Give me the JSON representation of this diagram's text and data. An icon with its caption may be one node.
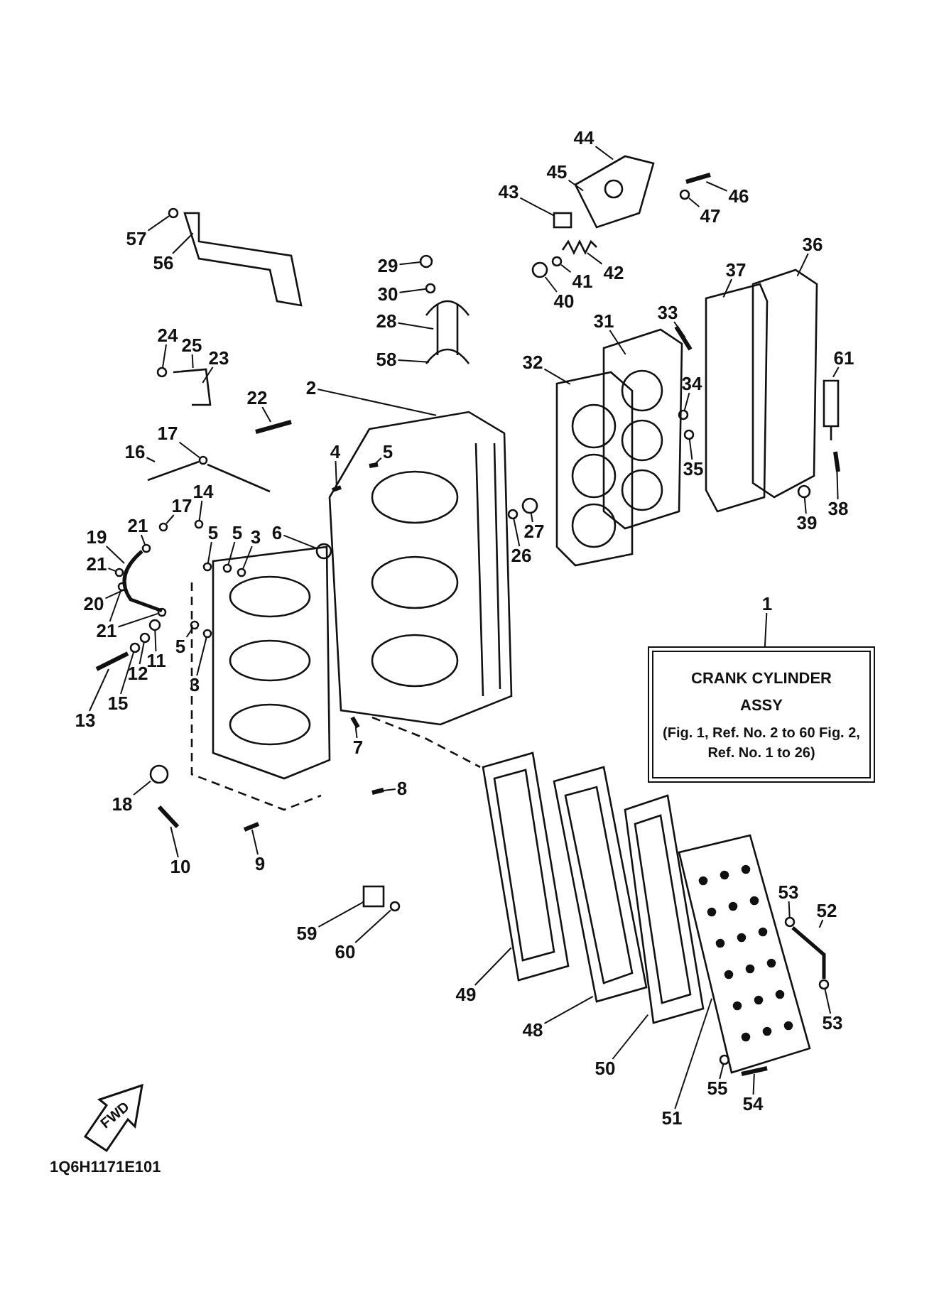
{
  "diagram": {
    "nodes": [
      {
        "text": [
          "57"
        ]
      },
      {
        "text": [
          "56"
        ]
      },
      {
        "text": [
          "44"
        ]
      },
      {
        "text": [
          "45"
        ]
      },
      {
        "text": [
          "46"
        ]
      },
      {
        "text": [
          "47"
        ]
      },
      {
        "text": [
          "43"
        ]
      },
      {
        "text": [
          "42"
        ]
      },
      {
        "text": [
          "41"
        ]
      },
      {
        "text": [
          "40"
        ]
      },
      {
        "text": [
          "29"
        ]
      },
      {
        "text": [
          "30"
        ]
      },
      {
        "text": [
          "28"
        ]
      },
      {
        "text": [
          "58"
        ]
      },
      {
        "text": [
          "36"
        ]
      },
      {
        "text": [
          "37"
        ]
      },
      {
        "text": [
          "33"
        ]
      },
      {
        "text": [
          "31"
        ]
      },
      {
        "text": [
          "32"
        ]
      },
      {
        "text": [
          "34"
        ]
      },
      {
        "text": [
          "35"
        ]
      },
      {
        "text": [
          "61"
        ]
      },
      {
        "text": [
          "38"
        ]
      },
      {
        "text": [
          "39"
        ]
      },
      {
        "text": [
          "24"
        ]
      },
      {
        "text": [
          "25"
        ]
      },
      {
        "text": [
          "23"
        ]
      },
      {
        "text": [
          "22"
        ]
      },
      {
        "text": [
          "2"
        ]
      },
      {
        "text": [
          "4"
        ]
      },
      {
        "text": [
          "5"
        ]
      },
      {
        "text": [
          "17"
        ]
      },
      {
        "text": [
          "16"
        ]
      },
      {
        "text": [
          "17"
        ]
      },
      {
        "text": [
          "14"
        ]
      },
      {
        "text": [
          "5"
        ]
      },
      {
        "text": [
          "5"
        ]
      },
      {
        "text": [
          "3"
        ]
      },
      {
        "text": [
          "6"
        ]
      },
      {
        "text": [
          "19"
        ]
      },
      {
        "text": [
          "21"
        ]
      },
      {
        "text": [
          "21"
        ]
      },
      {
        "text": [
          "20"
        ]
      },
      {
        "text": [
          "21"
        ]
      },
      {
        "text": [
          "11"
        ]
      },
      {
        "text": [
          "12"
        ]
      },
      {
        "text": [
          "15"
        ]
      },
      {
        "text": [
          "13"
        ]
      },
      {
        "text": [
          "5"
        ]
      },
      {
        "text": [
          "3"
        ]
      },
      {
        "text": [
          "7"
        ]
      },
      {
        "text": [
          "27"
        ]
      },
      {
        "text": [
          "26"
        ]
      },
      {
        "text": [
          "1"
        ]
      },
      {
        "text": [
          "CRANK CYLINDER ASSY",
          "(Fig. 1, Ref. No. 2 to 60 Fig. 2, Ref. No. 1 to 26)"
        ]
      },
      {
        "text": [
          "18"
        ]
      },
      {
        "text": [
          "10"
        ]
      },
      {
        "text": [
          "9"
        ]
      },
      {
        "text": [
          "8"
        ]
      },
      {
        "text": [
          "59"
        ]
      },
      {
        "text": [
          "60"
        ]
      },
      {
        "text": [
          "49"
        ]
      },
      {
        "text": [
          "48"
        ]
      },
      {
        "text": [
          "50"
        ]
      },
      {
        "text": [
          "51"
        ]
      },
      {
        "text": [
          "53"
        ]
      },
      {
        "text": [
          "52"
        ]
      },
      {
        "text": [
          "53"
        ]
      },
      {
        "text": [
          "55"
        ]
      },
      {
        "text": [
          "54"
        ]
      },
      {
        "text": [],
        "shape": "circle"
      },
      {
        "text": [],
        "shape": "bar"
      },
      {
        "text": [],
        "shape": "circle"
      },
      {
        "text": [],
        "shape": "box"
      },
      {
        "text": [],
        "shape": "picture"
      },
      {
        "text": [],
        "shape": "circle"
      },
      {
        "text": [],
        "shape": "circle"
      },
      {
        "text": [],
        "shape": "circle"
      },
      {
        "text": [],
        "shape": "circle"
      },
      {
        "text": [],
        "shape": "circle"
      },
      {
        "text": [],
        "shape": "circle"
      },
      {
        "text": [],
        "shape": "bar"
      },
      {
        "text": [],
        "shape": "circle"
      },
      {
        "text": [],
        "shape": "circle"
      },
      {
        "text": [],
        "shape": "bar"
      },
      {
        "text": [],
        "shape": "bar"
      },
      {
        "text": [],
        "shape": "bar"
      },
      {
        "text": [],
        "shape": "circle"
      },
      {
        "text": [],
        "shape": "picture"
      },
      {
        "text": [],
        "shape": "circle"
      },
      {
        "text": [],
        "shape": "circle"
      },
      {
        "text": [],
        "shape": "circle"
      },
      {
        "text": [],
        "shape": "circle"
      },
      {
        "text": [],
        "shape": "circle"
      },
      {
        "text": [],
        "shape": "circle"
      },
      {
        "text": [],
        "shape": "picture"
      },
      {
        "text": [],
        "shape": "circle"
      },
      {
        "text": [],
        "shape": "circle"
      },
      {
        "text": [],
        "shape": "circle"
      },
      {
        "text": [],
        "shape": "circle"
      },
      {
        "text": [],
        "shape": "circle"
      },
      {
        "text": [],
        "shape": "circle"
      },
      {
        "text": [],
        "shape": "circle"
      },
      {
        "text": [],
        "shape": "bar"
      },
      {
        "text": [],
        "shape": "circle"
      },
      {
        "text": [],
        "shape": "circle"
      },
      {
        "text": [],
        "shape": "bar"
      },
      {
        "text": [],
        "shape": "circle"
      },
      {
        "text": [],
        "shape": "circle"
      },
      {
        "text": [],
        "shape": "circle"
      },
      {
        "text": [],
        "shape": "bar"
      },
      {
        "text": [],
        "shape": "bar"
      },
      {
        "text": [],
        "shape": "bar"
      },
      {
        "text": [],
        "shape": "box"
      },
      {
        "text": [],
        "shape": "circle"
      },
      {
        "text": [],
        "shape": "circle"
      },
      {
        "text": [],
        "shape": "picture"
      },
      {
        "text": [],
        "shape": "circle"
      },
      {
        "text": [],
        "shape": "circle"
      },
      {
        "text": [],
        "shape": "bar"
      }
    ],
    "edges": [
      {
        "from": 0,
        "to": 70,
        "arrow": "none"
      },
      {
        "from": 1,
        "to": null,
        "arrow": "none"
      },
      {
        "from": 2,
        "to": null,
        "arrow": "none"
      },
      {
        "from": 3,
        "to": null,
        "arrow": "none"
      },
      {
        "from": 4,
        "to": 71,
        "arrow": "none"
      },
      {
        "from": 5,
        "to": 72,
        "arrow": "none"
      },
      {
        "from": 6,
        "to": 73,
        "arrow": "none"
      },
      {
        "from": 7,
        "to": 74,
        "arrow": "none"
      },
      {
        "from": 8,
        "to": 75,
        "arrow": "none"
      },
      {
        "from": 9,
        "to": 76,
        "arrow": "none"
      },
      {
        "from": 10,
        "to": 77,
        "arrow": "none"
      },
      {
        "from": 11,
        "to": 78,
        "arrow": "none"
      },
      {
        "from": 12,
        "to": null,
        "arrow": "none"
      },
      {
        "from": 13,
        "to": null,
        "arrow": "none"
      },
      {
        "from": 14,
        "to": null,
        "arrow": "none"
      },
      {
        "from": 15,
        "to": null,
        "arrow": "none"
      },
      {
        "from": 16,
        "to": null,
        "arrow": "none"
      },
      {
        "from": 17,
        "to": null,
        "arrow": "none"
      },
      {
        "from": 18,
        "to": null,
        "arrow": "none"
      },
      {
        "from": 19,
        "to": 79,
        "arrow": "none"
      },
      {
        "from": 20,
        "to": 80,
        "arrow": "none"
      },
      {
        "from": 21,
        "to": null,
        "arrow": "none"
      },
      {
        "from": 22,
        "to": 81,
        "arrow": "none"
      },
      {
        "from": 23,
        "to": 82,
        "arrow": "none"
      },
      {
        "from": 24,
        "to": 83,
        "arrow": "none"
      },
      {
        "from": 25,
        "to": null,
        "arrow": "none"
      },
      {
        "from": 26,
        "to": null,
        "arrow": "none"
      },
      {
        "from": 27,
        "to": 84,
        "arrow": "none"
      },
      {
        "from": 28,
        "to": null,
        "arrow": "none"
      },
      {
        "from": 29,
        "to": 85,
        "arrow": "none"
      },
      {
        "from": 30,
        "to": 86,
        "arrow": "none"
      },
      {
        "from": 31,
        "to": 87,
        "arrow": "none"
      },
      {
        "from": 32,
        "to": 88,
        "arrow": "none"
      },
      {
        "from": 33,
        "to": 89,
        "arrow": "none"
      },
      {
        "from": 34,
        "to": 90,
        "arrow": "none"
      },
      {
        "from": 35,
        "to": 91,
        "arrow": "none"
      },
      {
        "from": 36,
        "to": 92,
        "arrow": "none"
      },
      {
        "from": 37,
        "to": 93,
        "arrow": "none"
      },
      {
        "from": 38,
        "to": 94,
        "arrow": "none"
      },
      {
        "from": 39,
        "to": 95,
        "arrow": "none"
      },
      {
        "from": 40,
        "to": 96,
        "arrow": "none"
      },
      {
        "from": 41,
        "to": 97,
        "arrow": "none"
      },
      {
        "from": 42,
        "to": 95,
        "arrow": "none"
      },
      {
        "from": 43,
        "to": 98,
        "arrow": "none"
      },
      {
        "from": 44,
        "to": 100,
        "arrow": "none"
      },
      {
        "from": 45,
        "to": 101,
        "arrow": "none"
      },
      {
        "from": 46,
        "to": 102,
        "arrow": "none"
      },
      {
        "from": 47,
        "to": 103,
        "arrow": "none"
      },
      {
        "from": 48,
        "to": 104,
        "arrow": "none"
      },
      {
        "from": 49,
        "to": 105,
        "arrow": "none"
      },
      {
        "from": 50,
        "to": 106,
        "arrow": "none"
      },
      {
        "from": 51,
        "to": 107,
        "arrow": "none"
      },
      {
        "from": 52,
        "to": 108,
        "arrow": "none"
      },
      {
        "from": 53,
        "to": 54,
        "arrow": "none"
      },
      {
        "from": 55,
        "to": 109,
        "arrow": "none"
      },
      {
        "from": 56,
        "to": 110,
        "arrow": "none"
      },
      {
        "from": 57,
        "to": 111,
        "arrow": "none"
      },
      {
        "from": 58,
        "to": 112,
        "arrow": "none"
      },
      {
        "from": 59,
        "to": 113,
        "arrow": "none"
      },
      {
        "from": 60,
        "to": 114,
        "arrow": "none"
      },
      {
        "from": 61,
        "to": null,
        "arrow": "none"
      },
      {
        "from": 62,
        "to": null,
        "arrow": "none"
      },
      {
        "from": 63,
        "to": null,
        "arrow": "none"
      },
      {
        "from": 64,
        "to": null,
        "arrow": "none"
      },
      {
        "from": 65,
        "to": 115,
        "arrow": "none"
      },
      {
        "from": 66,
        "to": 116,
        "arrow": "none"
      },
      {
        "from": 67,
        "to": 117,
        "arrow": "none"
      },
      {
        "from": 68,
        "to": 118,
        "arrow": "none"
      },
      {
        "from": 69,
        "to": 119,
        "arrow": "none"
      },
      {
        "from": 43,
        "to": 99,
        "arrow": "none"
      }
    ],
    "labels": [
      "FWD",
      "1Q6H1171E101"
    ]
  }
}
